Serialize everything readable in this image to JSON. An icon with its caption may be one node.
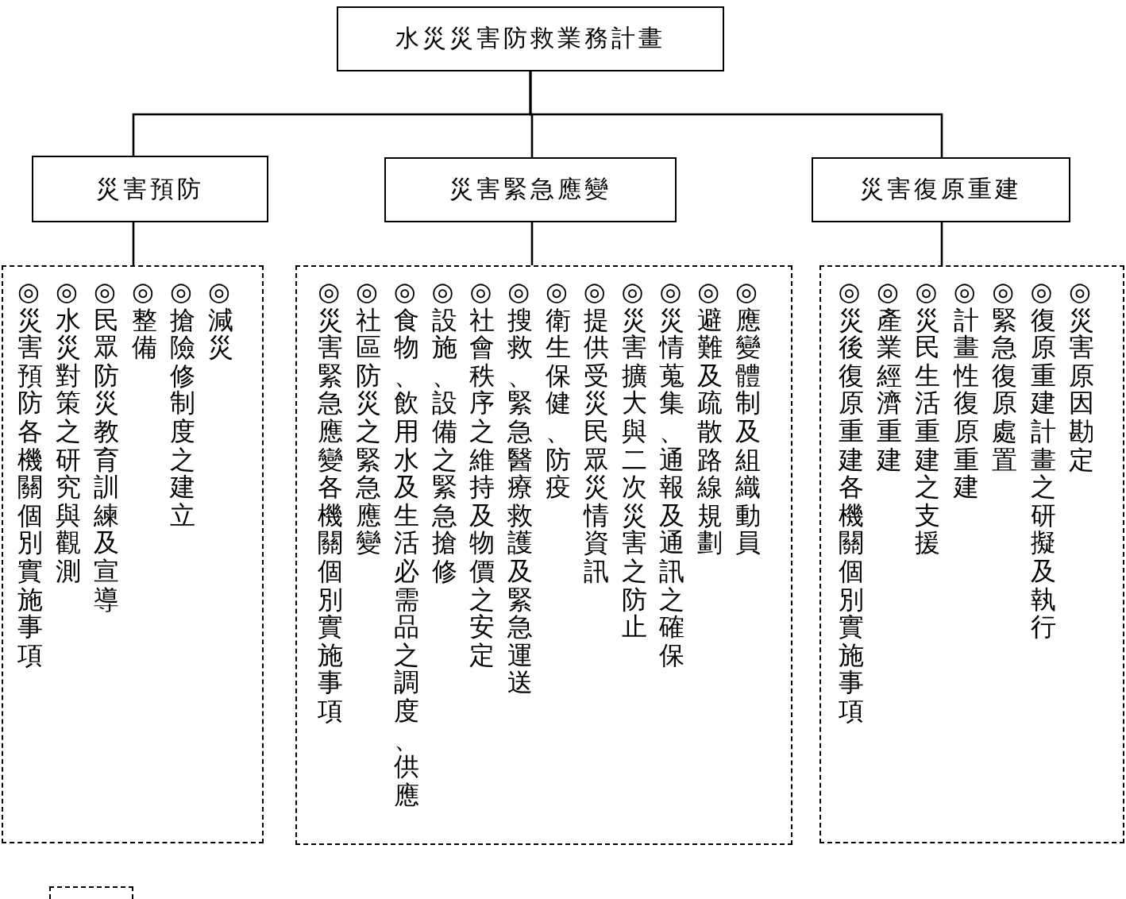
{
  "diagram": {
    "nodes": [
      {
        "text": [
          "水災災害防救業務計畫"
        ]
      },
      {
        "text": [
          "災害預防"
        ]
      },
      {
        "text": [
          "災害緊急應變"
        ]
      },
      {
        "text": [
          "災害復原重建"
        ]
      },
      {
        "text": [
          "◎減災",
          "◎搶險修制度之建立",
          "◎整備",
          "◎民眾防災教育訓練及宣導",
          "◎水災對策之研究與觀測",
          "◎災害預防各機關個別實施事項"
        ]
      },
      {
        "text": [
          "◎應變體制及組織動員",
          "◎避難及疏散路線規劃",
          "◎災情蒐集、通報及通訊之確保",
          "◎災害擴大與二次災害之防止",
          "◎提供受災民眾災情資訊",
          "◎衛生保健、防疫",
          "◎搜救、緊急醫療救護及緊急運送",
          "◎社會秩序之維持及物價之安定",
          "◎設施、設備之緊急搶修",
          "◎食物、飲用水及生活必需品之調度、供應",
          "◎社區防災之緊急應變",
          "◎災害緊急應變各機關個別實施事項"
        ]
      },
      {
        "text": [
          "◎災害原因勘定",
          "◎復原重建計畫之研擬及執行",
          "◎緊急復原處置",
          "◎計畫性復原重建",
          "◎災民生活重建之支援",
          "◎產業經濟重建",
          "◎災後復原重建各機關個別實施事項"
        ]
      },
      {
        "text": [],
        "shape": "box"
      }
    ],
    "edges": [
      {
        "from": 0,
        "to": 1,
        "arrow": "none"
      },
      {
        "from": 0,
        "to": 2,
        "arrow": "none"
      },
      {
        "from": 0,
        "to": 3,
        "arrow": "none"
      },
      {
        "from": 1,
        "to": 4,
        "arrow": "none"
      },
      {
        "from": 2,
        "to": 5,
        "arrow": "none"
      },
      {
        "from": 3,
        "to": 6,
        "arrow": "none"
      }
    ]
  }
}
